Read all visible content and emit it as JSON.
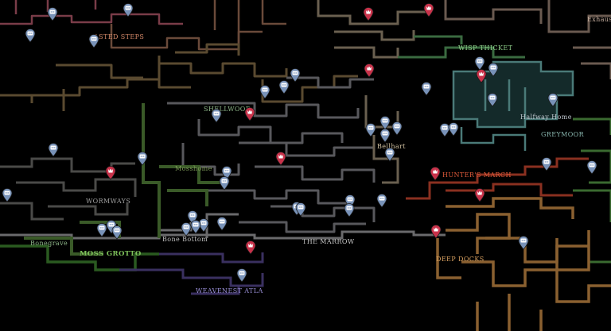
{
  "colors": {
    "background": "#000000",
    "npc_pin": "#7892b8",
    "boss_pin": "#c8324a",
    "forest": "#7d9a58",
    "peach": "#d68a6a",
    "bonegrave": "#8fb88a",
    "weaver": "#9080c8",
    "teal": "#8ab8b0",
    "marrow": "#c8c8c8",
    "deepdocks": "#d8a060",
    "halfway": "#c0c8d0",
    "hunters": "#e05a3a",
    "wormways": "#a0a0a0",
    "exhaust": "#c8b0a0",
    "wisp": "#8fd08a"
  },
  "labels": [
    {
      "id": "blasted-steps",
      "text": "ASTED STEPS",
      "color": "#d68a6a",
      "big": false
    },
    {
      "id": "wisp-thicket",
      "text": "WISP THICKET",
      "color": "#8fd08a",
      "big": false
    },
    {
      "id": "exhaust",
      "text": "Exhaust",
      "color": "#c8b0a0",
      "big": false
    },
    {
      "id": "shellwood",
      "text": "SHELLWOOD",
      "color": "#8fb88a",
      "big": false
    },
    {
      "id": "halfway-home",
      "text": "Halfway Home",
      "color": "#c0c8d0",
      "big": false
    },
    {
      "id": "greymoor",
      "text": "GREYMOOR",
      "color": "#8ab8b0",
      "big": false
    },
    {
      "id": "bellhart",
      "text": "Bellhart",
      "color": "#d0c0a0",
      "big": false
    },
    {
      "id": "mosshome",
      "text": "Mosshome",
      "color": "#7d9a58",
      "big": false
    },
    {
      "id": "hunters-march",
      "text": "HUNTER'S MARCH",
      "color": "#e05a3a",
      "big": false
    },
    {
      "id": "wormways",
      "text": "WORMWAYS",
      "color": "#a0a0a0",
      "big": false
    },
    {
      "id": "bone-bottom",
      "text": "Bone Bottom",
      "color": "#c0c0c0",
      "big": false
    },
    {
      "id": "bonegrave",
      "text": "Bonegrave",
      "color": "#8fb88a",
      "big": false
    },
    {
      "id": "moss-grotto",
      "text": "MOSS GROTTO",
      "color": "#7dc05a",
      "big": true
    },
    {
      "id": "the-marrow",
      "text": "THE MARROW",
      "color": "#c8c8c8",
      "big": false
    },
    {
      "id": "deep-docks",
      "text": "DEEP DOCKS",
      "color": "#d8a060",
      "big": false
    },
    {
      "id": "weavenest-atla",
      "text": "WEAVENEST ATLA",
      "color": "#9a90d8",
      "big": false
    }
  ],
  "pins": {
    "npc_icon": "speech-bubble-icon",
    "boss_icon": "skull-icon",
    "npc_count": 50,
    "boss_count": 11
  }
}
